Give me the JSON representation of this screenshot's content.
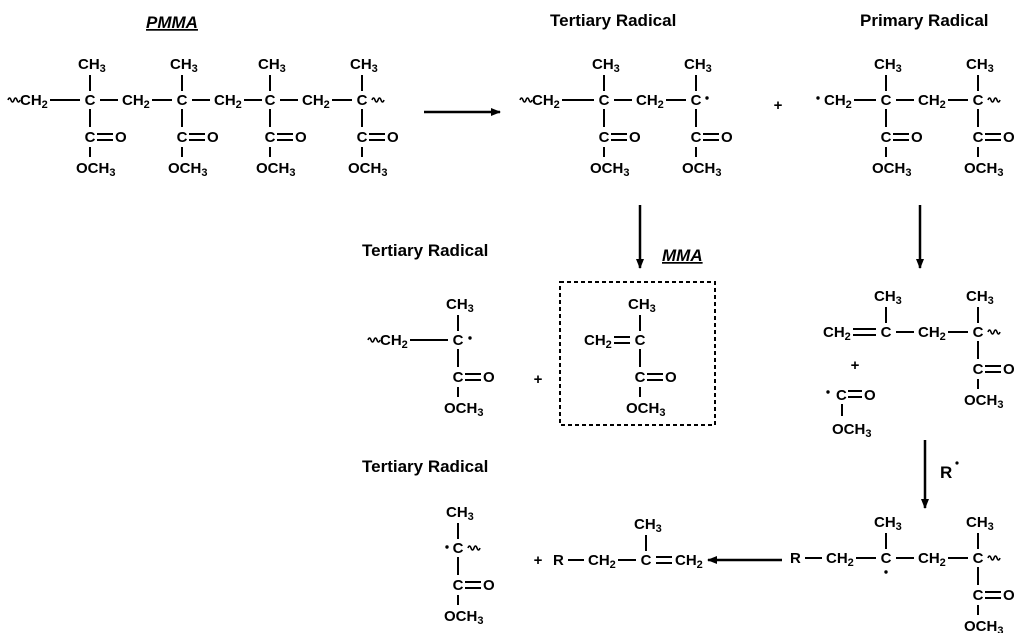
{
  "labels": {
    "pmma": "PMMA",
    "tertiary_radical": "Tertiary Radical",
    "primary_radical": "Primary Radical",
    "tertiary_radical_2": "Tertiary Radical",
    "mma": "MMA",
    "tertiary_radical_3": "Tertiary Radical",
    "radical_reagent": "R"
  },
  "chem": {
    "C": "C",
    "O": "O",
    "R": "R",
    "CH": "CH",
    "OCH": "OCH",
    "sub2": "2",
    "sub3": "3",
    "plus": "+"
  },
  "colors": {
    "ink": "#000000",
    "background": "#ffffff"
  }
}
